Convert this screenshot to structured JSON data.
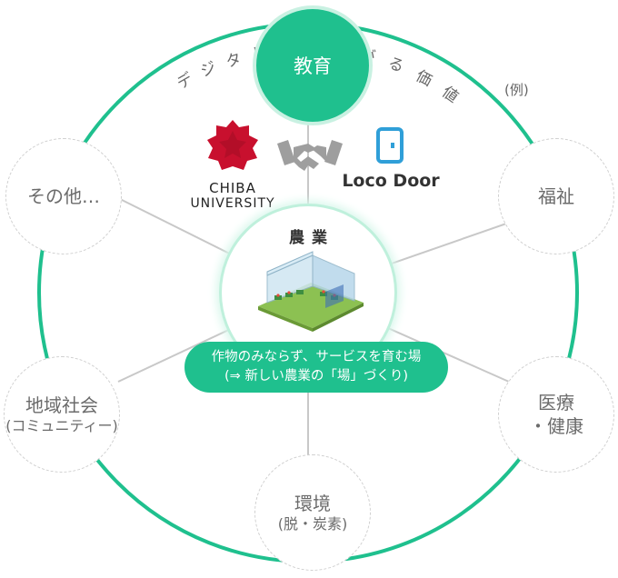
{
  "arc_title_left": [
    "デ",
    "ジ",
    "タ",
    "ル",
    "に",
    "つ",
    "な"
  ],
  "arc_title_right": [
    "が",
    "る",
    "価",
    "値"
  ],
  "arc_title_example": "(例)",
  "nodes": {
    "education": "教育",
    "other": "その他…",
    "welfare": "福祉",
    "community": {
      "title": "地域社会",
      "sub": "(コミュニティー)"
    },
    "medical": {
      "line1": "医療",
      "line2": "・健康"
    },
    "environment": {
      "title": "環境",
      "sub": "(脱・炭素)"
    }
  },
  "center": {
    "title": "農業",
    "pill_line1": "作物のみならず、サービスを育む場",
    "pill_line2": "(⇒ 新しい農業の「場」づくり)"
  },
  "logos": {
    "chiba_line1": "CHIBA",
    "chiba_line2": "UNIVERSITY",
    "locodoor": "Loco Door"
  },
  "colors": {
    "accent": "#1fc08e",
    "ring": "#1fc08e",
    "chiba_red": "#c8102e",
    "locodoor_blue": "#2f9fd8"
  },
  "icons": [
    "handshake-icon",
    "chiba-seal-icon",
    "door-icon",
    "greenhouse-icon"
  ]
}
